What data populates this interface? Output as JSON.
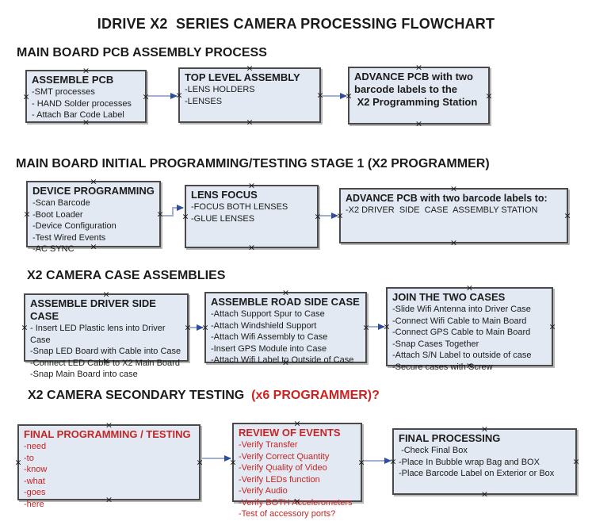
{
  "title": "IDRIVE X2  SERIES CAMERA PROCESSING FLOWCHART",
  "colors": {
    "box_fill": "#e2e9f3",
    "box_border": "#4a4a4a",
    "arrow_line": "#9fb0d4",
    "arrow_head": "#2f4e9b",
    "accent_red": "#c42525"
  },
  "sections": [
    {
      "heading": "MAIN BOARD PCB ASSEMBLY PROCESS",
      "boxes": [
        {
          "title": "ASSEMBLE PCB",
          "items": [
            "-SMT processes",
            "- HAND Solder processes",
            "- Attach Bar Code Label"
          ]
        },
        {
          "title": "TOP LEVEL ASSEMBLY",
          "items": [
            "-LENS HOLDERS",
            "-LENSES"
          ]
        },
        {
          "title": "ADVANCE PCB with two\nbarcode labels to the\n X2 Programming Station",
          "items": []
        }
      ]
    },
    {
      "heading": "MAIN BOARD INITIAL PROGRAMMING/TESTING STAGE 1 (X2 PROGRAMMER)",
      "boxes": [
        {
          "title": "DEVICE PROGRAMMING",
          "items": [
            "-Scan Barcode",
            "-Boot Loader",
            "-Device Configuration",
            "-Test Wired Events",
            "-AC SYNC"
          ]
        },
        {
          "title": "LENS FOCUS",
          "items": [
            "-FOCUS BOTH LENSES",
            "-GLUE LENSES"
          ]
        },
        {
          "title": "ADVANCE PCB with two barcode labels to:",
          "items": [
            "-X2 DRIVER  SIDE  CASE  ASSEMBLY STATION"
          ]
        }
      ]
    },
    {
      "heading": "X2 CAMERA CASE ASSEMBLIES",
      "boxes": [
        {
          "title": "ASSEMBLE DRIVER SIDE CASE",
          "items": [
            "- Insert LED Plastic lens into Driver Case",
            "-Snap LED Board with Cable into Case",
            "-Connect LED Cable to X2 Main Board",
            "-Snap Main Board into case"
          ]
        },
        {
          "title": "ASSEMBLE ROAD SIDE CASE",
          "items": [
            "-Attach Support Spur to Case",
            "-Attach Windshield Support",
            "-Attach Wifi Assembly to Case",
            "-Insert GPS Module into Case",
            "-Attach Wifi Label to Outside of Case"
          ]
        },
        {
          "title": "JOIN THE TWO CASES",
          "items": [
            "-Slide Wifi Antenna into Driver Case",
            "-Connect Wifi Cable to Main Board",
            "-Connect GPS Cable to Main Board",
            "-Snap Cases Together",
            "-Attach S/N Label to outside of case",
            "-Secure cases with Screw"
          ]
        }
      ]
    },
    {
      "heading": "X2 CAMERA SECONDARY TESTING  ",
      "heading_accent": "(x6 PROGRAMMER)?",
      "boxes": [
        {
          "title": "FINAL PROGRAMMING / TESTING",
          "items": [
            "-need",
            "-to",
            "-know",
            "-what",
            "-goes",
            "-here"
          ]
        },
        {
          "title": "REVIEW OF EVENTS",
          "items": [
            "-Verify Transfer",
            "-Verify Correct Quantity",
            "-Verify Quality of Video",
            "-Verify LEDs function",
            "-Verify Audio",
            "-Verify BOTH Accelerometers",
            "-Test of accessory ports?"
          ]
        },
        {
          "title": "FINAL PROCESSING",
          "items": [
            " -Check Final Box",
            "-Place In Bubble wrap Bag and BOX",
            "-Place Barcode Label on Exterior or Box"
          ]
        }
      ]
    }
  ]
}
